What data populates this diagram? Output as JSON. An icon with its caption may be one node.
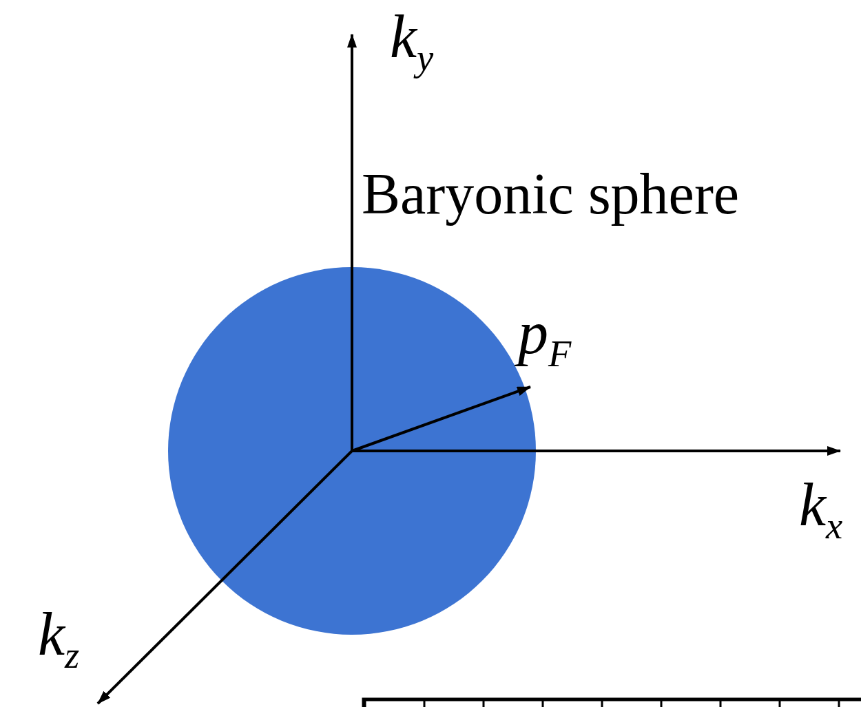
{
  "diagram": {
    "nodes": [
      {
        "text": [
          "Baryonic sphere"
        ]
      }
    ],
    "labels": [
      "k$_{y}$",
      "p$_{F}$",
      "k$_{x}$",
      "k$_{z}$"
    ]
  }
}
